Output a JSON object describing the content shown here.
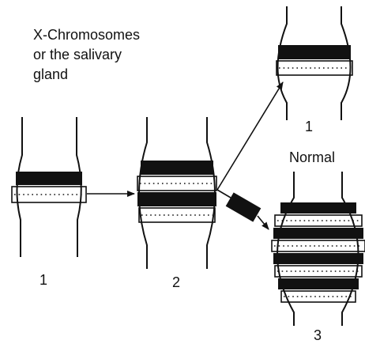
{
  "title_lines": [
    "X-Chromosomes",
    "or the salivary",
    "gland"
  ],
  "labels": {
    "left": "1",
    "middle": "2",
    "top_right": "1",
    "normal": "Normal",
    "bottom_right": "3"
  },
  "icons": {
    "arrow": "arrow-icon",
    "treatment_device": "capsule-icon"
  }
}
